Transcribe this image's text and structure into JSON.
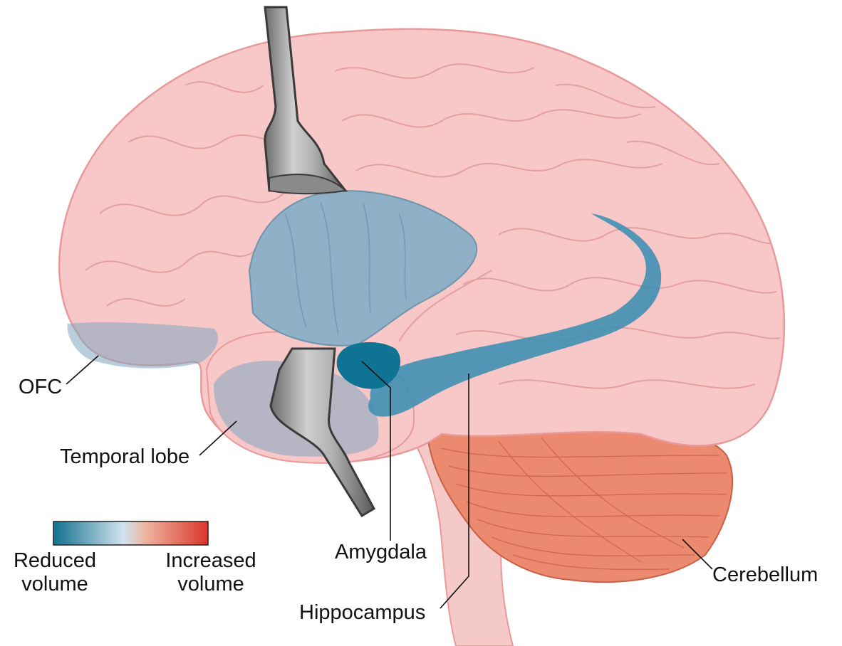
{
  "labels": {
    "ofc": "OFC",
    "temporal_lobe": "Temporal lobe",
    "amygdala": "Amygdala",
    "hippocampus": "Hippocampus",
    "cerebellum": "Cerebellum"
  },
  "legend": {
    "low_line1": "Reduced",
    "low_line2": "volume",
    "high_line1": "Increased",
    "high_line2": "volume",
    "gradient_stops": [
      "#14708e",
      "#cfe3ee",
      "#efb39e",
      "#d9362a"
    ]
  },
  "colors": {
    "cortex_fill": "#f8c7c7",
    "cortex_stroke": "#e89a9a",
    "gyri_stroke": "#e4a0a0",
    "reduced_region": "#7fa6bf",
    "reduced_strong": "#0f7394",
    "hippocampus": "#3f8fb3",
    "cerebellum_fill": "#ec8a6f",
    "cerebellum_stroke": "#c85f47",
    "brainstem": "#f6c9c9",
    "retractor": "#9a9a9a",
    "retractor_dark": "#3a3a3a"
  },
  "icons": {
    "retractor_top": "surgical-retractor-icon",
    "retractor_bottom": "surgical-retractor-icon"
  }
}
